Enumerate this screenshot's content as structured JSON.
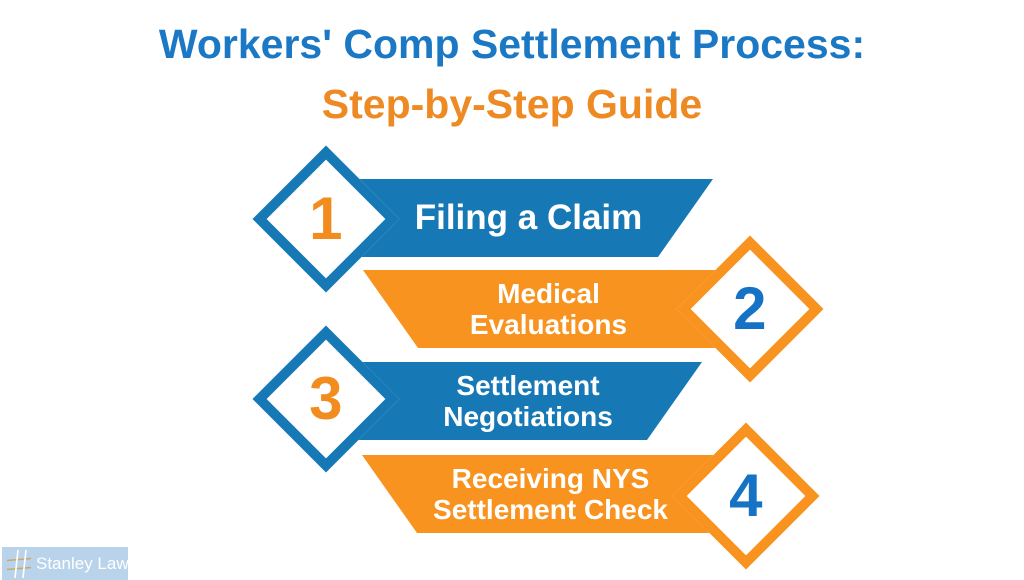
{
  "title": {
    "line1": "Workers' Comp Settlement Process:",
    "line2": "Step-by-Step Guide"
  },
  "steps": [
    {
      "number": "1",
      "label": "Filing a Claim",
      "banner_color": "#1679b5",
      "diamond_side": "left",
      "diamond_border": "#1679b5",
      "number_color": "#f28c1e"
    },
    {
      "number": "2",
      "label": "Medical Evaluations",
      "banner_color": "#f7931e",
      "diamond_side": "right",
      "diamond_border": "#f7931e",
      "number_color": "#1672c4"
    },
    {
      "number": "3",
      "label": "Settlement Negotiations",
      "banner_color": "#1679b5",
      "diamond_side": "left",
      "diamond_border": "#1679b5",
      "number_color": "#f28c1e"
    },
    {
      "number": "4",
      "label": "Receiving NYS Settlement Check",
      "banner_color": "#f7931e",
      "diamond_side": "right",
      "diamond_border": "#f7931e",
      "number_color": "#1672c4"
    }
  ],
  "colors": {
    "title_blue": "#1a78c4",
    "title_orange": "#ee8a23",
    "shape_blue": "#1679b5",
    "shape_orange": "#f7931e",
    "number_blue": "#1672c4",
    "number_orange": "#f28c1e",
    "banner_text": "#ffffff",
    "logo_background": "#b9d3ea",
    "logo_text_color": "#ffffff",
    "logo_hash_gold": "#c9a96b"
  },
  "logo": {
    "text": "Stanley Law",
    "icon": "hash-lines-icon"
  }
}
